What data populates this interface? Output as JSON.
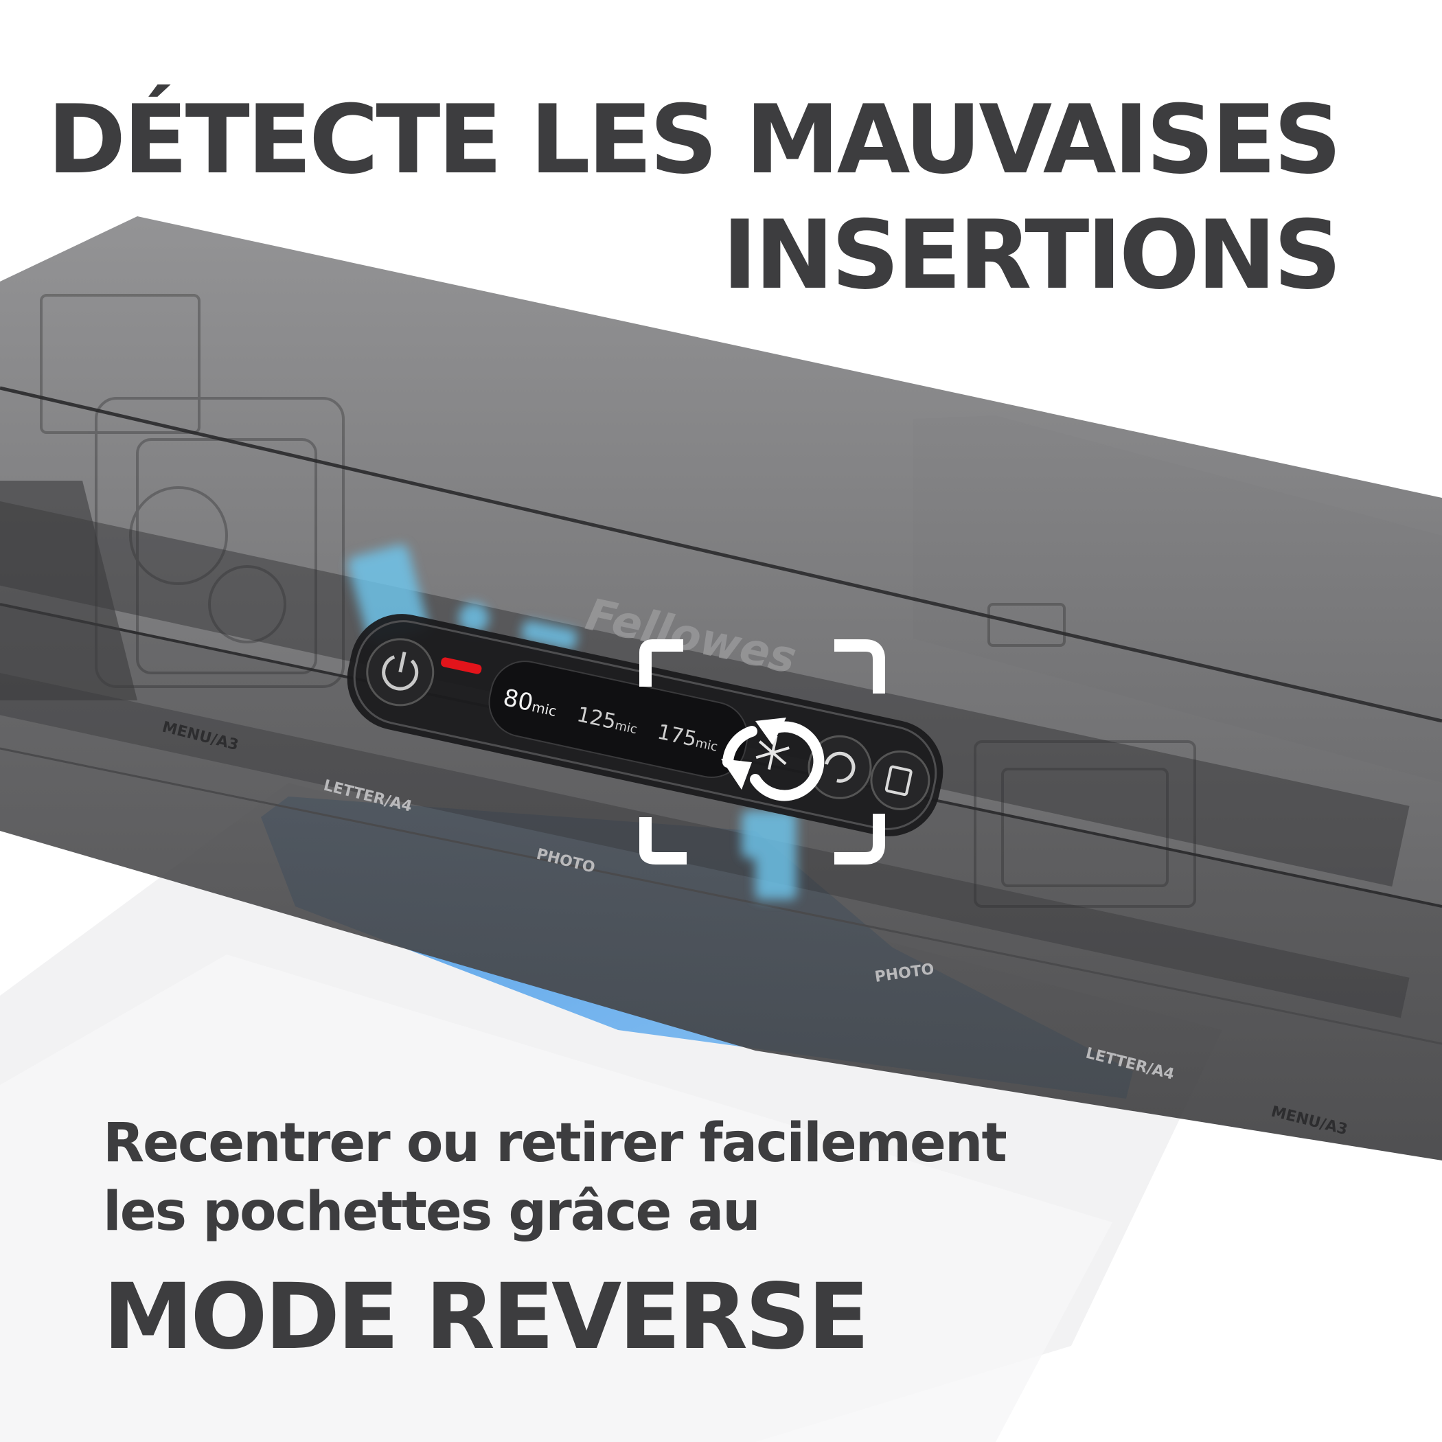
{
  "headline": {
    "line1": "DÉTECTE LES MAUVAISES",
    "line2": "INSERTIONS"
  },
  "body": {
    "line1": "Recentrer ou retirer facilement",
    "line2": "les pochettes grâce au",
    "emphasis": "MODE REVERSE"
  },
  "device": {
    "brand": "Fellowes",
    "thickness_options": [
      {
        "value": "80",
        "unit": "mic"
      },
      {
        "value": "125",
        "unit": "mic"
      },
      {
        "value": "175",
        "unit": "mic"
      }
    ],
    "markings": {
      "menu_a3_left": "MENU/A3",
      "letter_a4_left": "LETTER/A4",
      "photo_left": "PHOTO",
      "photo_right": "PHOTO",
      "letter_a4_right": "LETTER/A4",
      "menu_a3_right": "MENU/A3"
    },
    "icons": [
      "power-icon",
      "snowflake-icon",
      "reverse-icon",
      "photo-sparkle-icon"
    ]
  },
  "colors": {
    "text": "#3d3d3f",
    "pouch_blue": "#5aa6ea",
    "indicator_red": "#e3141b",
    "highlight_cyan": "#6ec8f0",
    "machine_gray": "#6b6b6d"
  }
}
